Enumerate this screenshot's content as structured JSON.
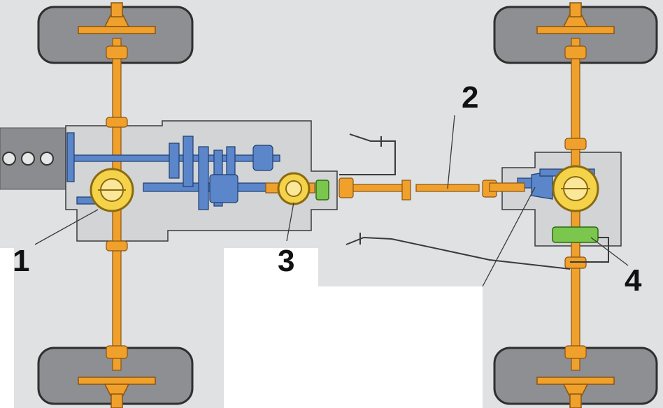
{
  "diagram": {
    "callouts": {
      "c1": "1",
      "c2": "2",
      "c3": "3",
      "c4": "4"
    },
    "colors": {
      "background": "#dfe1e3",
      "housing": "#d2d4d6",
      "tire": "#8d8f93",
      "shaft": "#f0a12c",
      "gear": "#5b86c9",
      "differential": "#f4d34a",
      "clutch": "#7bc64d",
      "outline": "#3a3a3a"
    },
    "icons": [
      "wheel-icon",
      "gear-icon",
      "differential-icon",
      "clutch-icon",
      "brake-lever-icon"
    ]
  }
}
